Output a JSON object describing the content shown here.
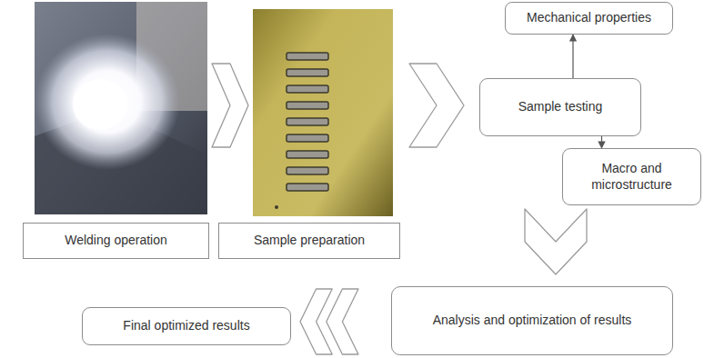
{
  "diagram": {
    "nodes": [
      {
        "text": [
          "Welding operation"
        ]
      },
      {
        "text": [
          "Sample preparation"
        ]
      },
      {
        "text": [
          "Sample testing"
        ]
      },
      {
        "text": [
          "Mechanical properties"
        ]
      },
      {
        "text": [
          "Macro and microstructure"
        ]
      },
      {
        "text": [
          "Analysis and optimization of results"
        ]
      },
      {
        "text": [
          "Final optimized results"
        ]
      }
    ],
    "edges": [
      {
        "from": 0,
        "to": 1,
        "arrow": "to"
      },
      {
        "from": 1,
        "to": 2,
        "arrow": "to"
      },
      {
        "from": 2,
        "to": 3,
        "arrow": "to"
      },
      {
        "from": 2,
        "to": 4,
        "arrow": "to"
      },
      {
        "from": 4,
        "to": 5,
        "arrow": "to"
      },
      {
        "from": 5,
        "to": 6,
        "arrow": "to"
      }
    ]
  }
}
